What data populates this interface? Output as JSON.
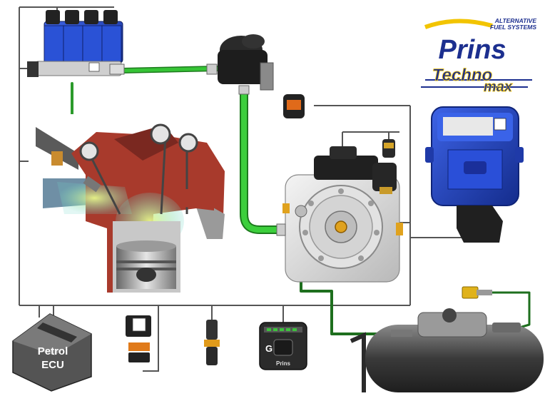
{
  "brand": {
    "tagline_line1": "ALTERNATIVE",
    "tagline_line2": "FUEL SYSTEMS",
    "name": "Prins",
    "product_line1": "Techno",
    "product_line2": "max"
  },
  "components": {
    "petrol_ecu": {
      "line1": "Petrol",
      "line2": "ECU"
    },
    "fuel_switch": {
      "letter": "G",
      "brand": "Prins"
    }
  },
  "colors": {
    "wire": "#555555",
    "gas_pipe": "#2db52d",
    "gas_pipe_dark": "#1d7a1d",
    "injector_blue": "#2346b8",
    "ecu_blue": "#1d3fd1",
    "engine_red": "#a83a2c",
    "brand_blue": "#1c2f8f",
    "brand_yellow": "#f2c400"
  }
}
